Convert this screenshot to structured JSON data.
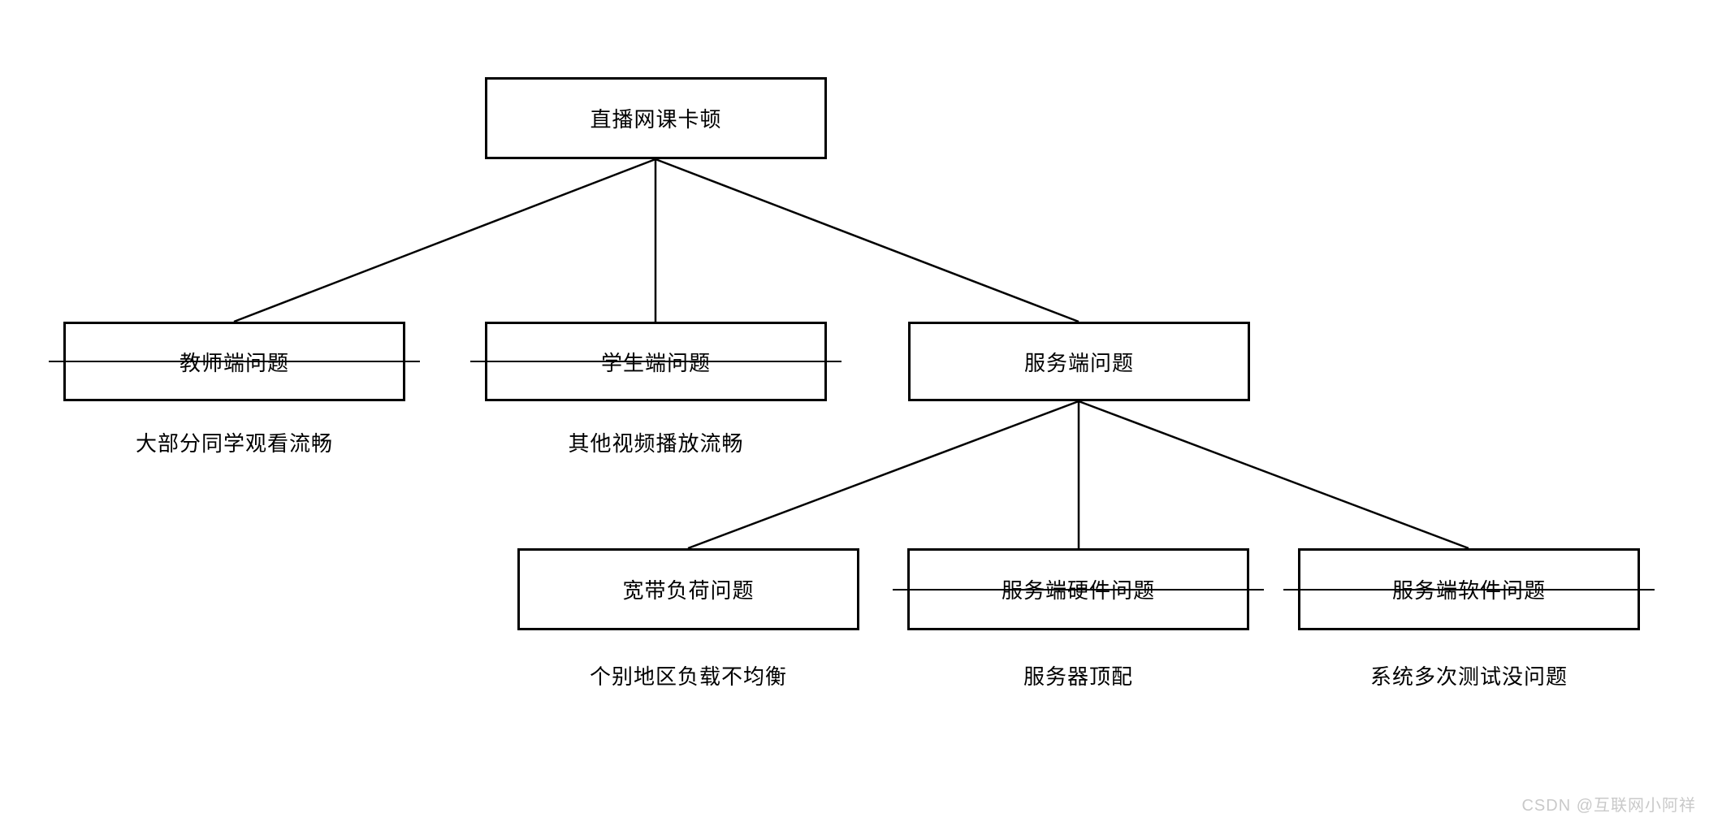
{
  "diagram": {
    "title": "直播网课卡顿",
    "nodes": [
      {
        "id": "root",
        "label": "直播网课卡顿",
        "crossed_out": false,
        "note": ""
      },
      {
        "id": "teacher",
        "label": "教师端问题",
        "crossed_out": true,
        "note": "大部分同学观看流畅"
      },
      {
        "id": "student",
        "label": "学生端问题",
        "crossed_out": true,
        "note": "其他视频播放流畅"
      },
      {
        "id": "server",
        "label": "服务端问题",
        "crossed_out": false,
        "note": ""
      },
      {
        "id": "bandwidth",
        "label": "宽带负荷问题",
        "crossed_out": false,
        "note": "个别地区负载不均衡"
      },
      {
        "id": "hardware",
        "label": "服务端硬件问题",
        "crossed_out": true,
        "note": "服务器顶配"
      },
      {
        "id": "software",
        "label": "服务端软件问题",
        "crossed_out": true,
        "note": "系统多次测试没问题"
      }
    ],
    "edges": [
      {
        "from": "root",
        "to": "teacher"
      },
      {
        "from": "root",
        "to": "student"
      },
      {
        "from": "root",
        "to": "server"
      },
      {
        "from": "server",
        "to": "bandwidth"
      },
      {
        "from": "server",
        "to": "hardware"
      },
      {
        "from": "server",
        "to": "software"
      }
    ]
  },
  "watermark": {
    "text": "CSDN @互联网小阿祥",
    "color": "#c9c9c9"
  },
  "colors": {
    "background": "#ffffff",
    "line": "#000000",
    "box_border": "#000000",
    "text": "#000000"
  }
}
